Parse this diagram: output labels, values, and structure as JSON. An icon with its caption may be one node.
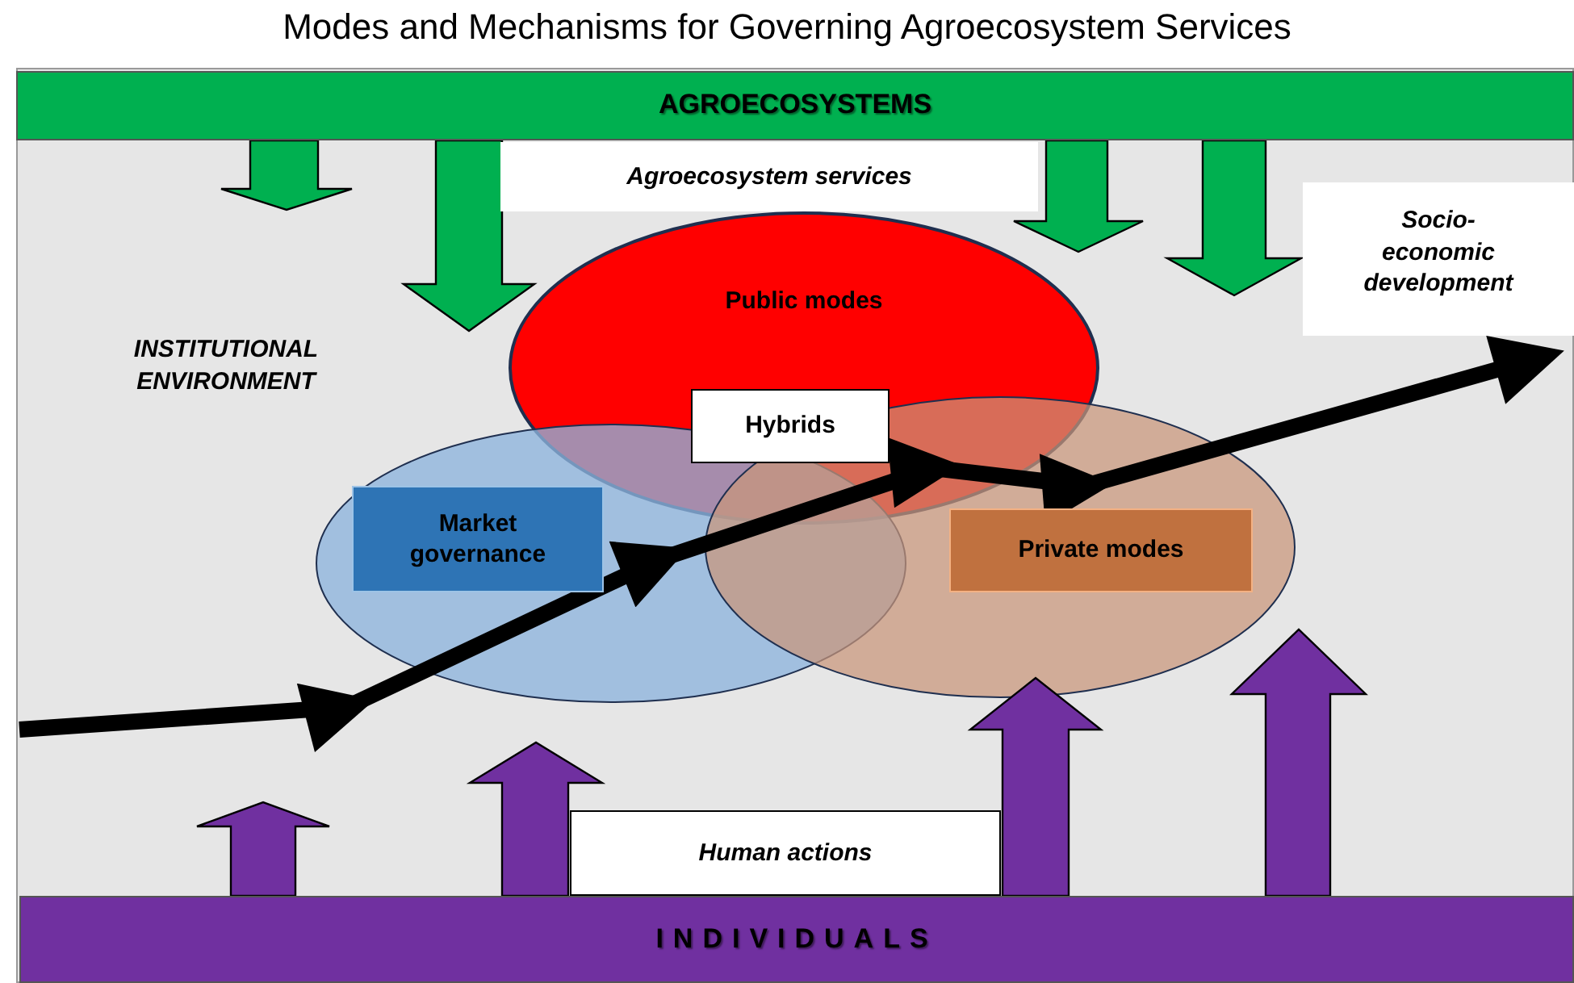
{
  "diagram": {
    "title": "Modes and Mechanisms for Governing Agroecosystem Services",
    "nodes": [
      {
        "text": [
          "AGROECOSYSTEMS"
        ]
      },
      {
        "text": [
          "Agroecosystem services"
        ]
      },
      {
        "text": [
          "Socio-economic development"
        ]
      },
      {
        "text": [
          "Public modes"
        ]
      },
      {
        "text": [
          "Hybrids"
        ],
        "in": 3
      },
      {
        "text": [],
        "shape": "ellipse"
      },
      {
        "text": [
          "Market governance"
        ],
        "in": 5
      },
      {
        "text": [],
        "shape": "ellipse"
      },
      {
        "text": [
          "Private modes"
        ],
        "in": 7
      },
      {
        "text": [
          "Human actions"
        ]
      },
      {
        "text": [
          "INDIVIDUALS"
        ]
      }
    ],
    "edges": [
      {
        "from": 0,
        "to": null,
        "arrow": "to",
        "color": "#00b050"
      },
      {
        "from": 0,
        "to": null,
        "arrow": "to",
        "color": "#00b050"
      },
      {
        "from": 0,
        "to": null,
        "arrow": "to",
        "color": "#00b050"
      },
      {
        "from": 0,
        "to": null,
        "arrow": "to",
        "color": "#00b050"
      },
      {
        "from": 10,
        "to": null,
        "arrow": "to",
        "color": "#7030a0"
      },
      {
        "from": 10,
        "to": null,
        "arrow": "to",
        "color": "#7030a0"
      },
      {
        "from": 10,
        "to": null,
        "arrow": "to",
        "color": "#7030a0"
      },
      {
        "from": 10,
        "to": null,
        "arrow": "to",
        "color": "#7030a0"
      },
      {
        "from": null,
        "to": 2,
        "arrow": "to",
        "color": "#000000"
      }
    ],
    "labels": [
      "INSTITUTIONAL ENVIRONMENT"
    ]
  }
}
